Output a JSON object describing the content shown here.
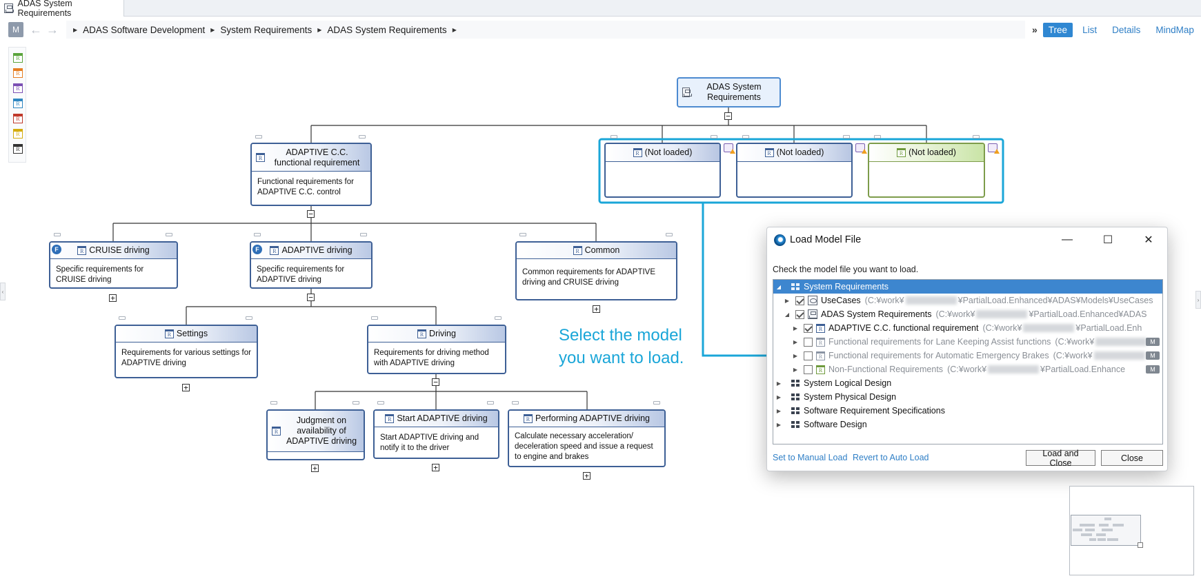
{
  "window": {
    "title": "ADAS System Requirements"
  },
  "toolbar": {
    "m_label": "M",
    "back_arrow": "←",
    "forward_arrow": "→",
    "breadcrumb": [
      "ADAS Software Development",
      "System Requirements",
      "ADAS System Requirements"
    ],
    "more_symbol": "»",
    "view_tabs": [
      "Tree",
      "List",
      "Details",
      "MindMap"
    ],
    "active_view": "Tree"
  },
  "palette": {
    "icon_letter": "R",
    "colors": [
      "#5aa43c",
      "#e67e22",
      "#7b4fb3",
      "#2e86c1",
      "#c0392b",
      "#d4ac0d",
      "#333333"
    ]
  },
  "side_grips": {
    "left": "‹",
    "right": "›"
  },
  "diagram": {
    "root": {
      "title": "ADAS System Requirements"
    },
    "toggle_minus": "−",
    "toggle_plus": "+",
    "nodes": {
      "adaptive_cc": {
        "title": "ADAPTIVE C.C. functional requirement",
        "body": "Functional requirements for ADAPTIVE C.C. control"
      },
      "cruise": {
        "badge": "F",
        "title": "CRUISE driving",
        "body": "Specific requirements for CRUISE driving"
      },
      "adaptive_driving": {
        "badge": "F",
        "title": "ADAPTIVE driving",
        "body": "Specific requirements for ADAPTIVE driving"
      },
      "common": {
        "title": "Common",
        "body": "Common requirements for ADAPTIVE driving and CRUISE driving"
      },
      "settings": {
        "title": "Settings",
        "body": "Requirements for various settings for ADAPTIVE driving"
      },
      "driving": {
        "title": "Driving",
        "body": "Requirements for driving method with ADAPTIVE driving"
      },
      "judgment": {
        "title": "Judgment on availability of ADAPTIVE driving"
      },
      "start": {
        "title": "Start ADAPTIVE driving",
        "body": "Start ADAPTIVE driving and notify it to the driver"
      },
      "performing": {
        "title": "Performing ADAPTIVE driving",
        "body": "Calculate necessary acceleration/ deceleration speed and issue a request to engine and brakes"
      },
      "not_loaded": [
        "(Not loaded)",
        "(Not loaded)",
        "(Not loaded)"
      ]
    }
  },
  "annotation": {
    "line1": "Select the model",
    "line2": "you want to load."
  },
  "dialog": {
    "title": "Load Model File",
    "minimize": "—",
    "maximize": "☐",
    "close": "✕",
    "message": "Check the model file you want to load.",
    "tree": {
      "system_requirements": "System Requirements",
      "usecases": {
        "label": "UseCases",
        "path_a": "(C:¥work¥",
        "path_b": "¥PartialLoad.Enhanced¥ADAS¥Models¥UseCases"
      },
      "adas_sysreq": {
        "label": "ADAS System Requirements",
        "path_a": "(C:¥work¥",
        "path_b": "¥PartialLoad.Enhanced¥ADAS"
      },
      "adaptive_cc": {
        "label": "ADAPTIVE C.C. functional requirement",
        "path_a": "(C:¥work¥",
        "path_b": "¥PartialLoad.Enh"
      },
      "lane_keeping": {
        "label": "Functional requirements for Lane Keeping Assist functions",
        "path_a": "(C:¥work¥"
      },
      "aeb": {
        "label": "Functional requirements for Automatic Emergency Brakes",
        "path_a": "(C:¥work¥"
      },
      "nonfunctional": {
        "label": "Non-Functional Requirements",
        "path_a": "(C:¥work¥",
        "path_b": "¥PartialLoad.Enhance"
      },
      "m_badge": "M",
      "packages": [
        "System Logical Design",
        "System Physical Design",
        "Software Requirement Specifications",
        "Software Design"
      ]
    },
    "links": {
      "manual": "Set to Manual Load",
      "revert": "Revert to Auto Load"
    },
    "buttons": {
      "load_close": "Load and Close",
      "close": "Close"
    }
  },
  "colors": {
    "accent": "#1aa6d8",
    "node_border": "#3d5f95",
    "tab_active": "#2f87d2",
    "selection": "#3d86cf"
  },
  "tree_glyphs": {
    "collapsed": "▶",
    "expanded": "◢"
  }
}
